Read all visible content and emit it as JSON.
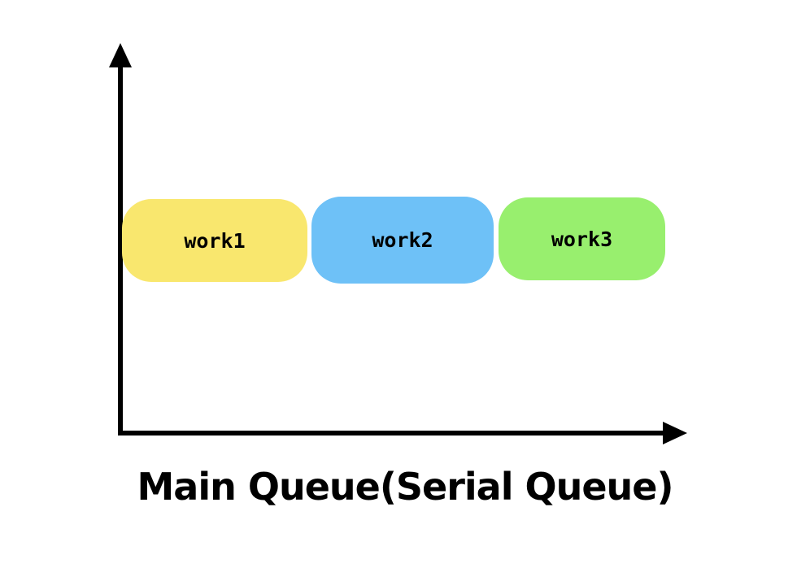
{
  "diagram": {
    "title": "Main Queue(Serial Queue)",
    "background_color": "#ffffff",
    "axis_color": "#000000",
    "text_color": "#000000",
    "boxes": [
      {
        "label": "work1",
        "color": "#F9E76E"
      },
      {
        "label": "work2",
        "color": "#6EC1F7"
      },
      {
        "label": "work3",
        "color": "#98EF6E"
      }
    ]
  }
}
